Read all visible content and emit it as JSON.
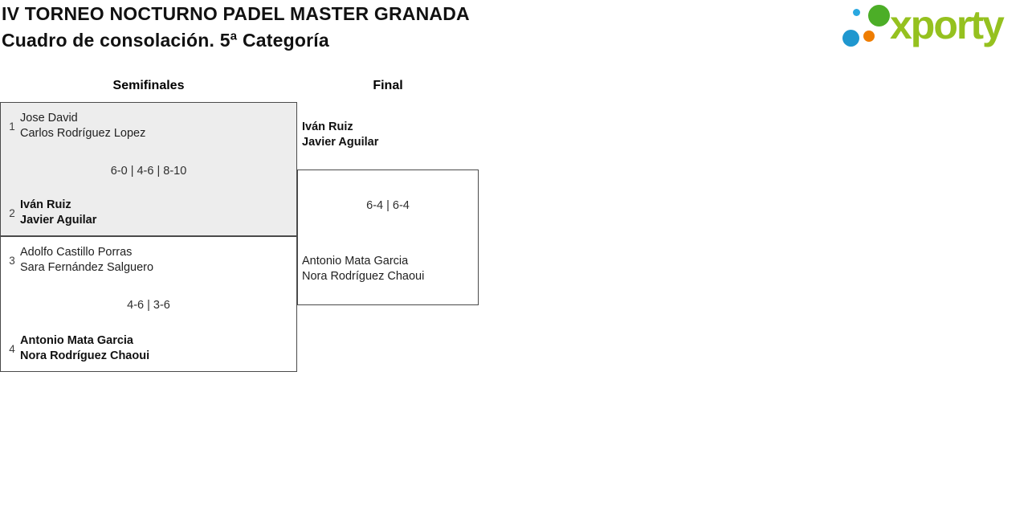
{
  "header": {
    "title": "IV TORNEO NOCTURNO PADEL MASTER GRANADA",
    "subtitle": "Cuadro de consolación. 5ª Categoría"
  },
  "logo": {
    "brand": "xporty",
    "colors": {
      "wordmark_green": "#95c11f",
      "dot_green": "#4cae27",
      "dot_blue": "#1f97cf",
      "dot_orange": "#ef7d00"
    }
  },
  "bracket": {
    "rounds": [
      {
        "label": "Semifinales"
      },
      {
        "label": "Final"
      }
    ],
    "highlight_color": "#ededed",
    "border_color": "#4a4a4a",
    "semifinal_1": {
      "seed_top": "1",
      "top_player_1": "Jose David",
      "top_player_2": "Carlos Rodríguez Lopez",
      "score": "6-0 | 4-6 | 8-10",
      "seed_bottom": "2",
      "bottom_player_1": "Iván Ruiz",
      "bottom_player_2": "Javier Aguilar",
      "winner_side": "bottom"
    },
    "semifinal_2": {
      "seed_top": "3",
      "top_player_1": "Adolfo Castillo Porras",
      "top_player_2": "Sara Fernández Salguero",
      "score": "4-6 | 3-6",
      "seed_bottom": "4",
      "bottom_player_1": "Antonio Mata Garcia",
      "bottom_player_2": "Nora Rodríguez Chaoui",
      "winner_side": "bottom"
    },
    "final": {
      "top_player_1": "Iván Ruiz",
      "top_player_2": "Javier Aguilar",
      "score": "6-4 | 6-4",
      "bottom_player_1": "Antonio Mata Garcia",
      "bottom_player_2": "Nora Rodríguez Chaoui",
      "winner_side": "top"
    }
  }
}
